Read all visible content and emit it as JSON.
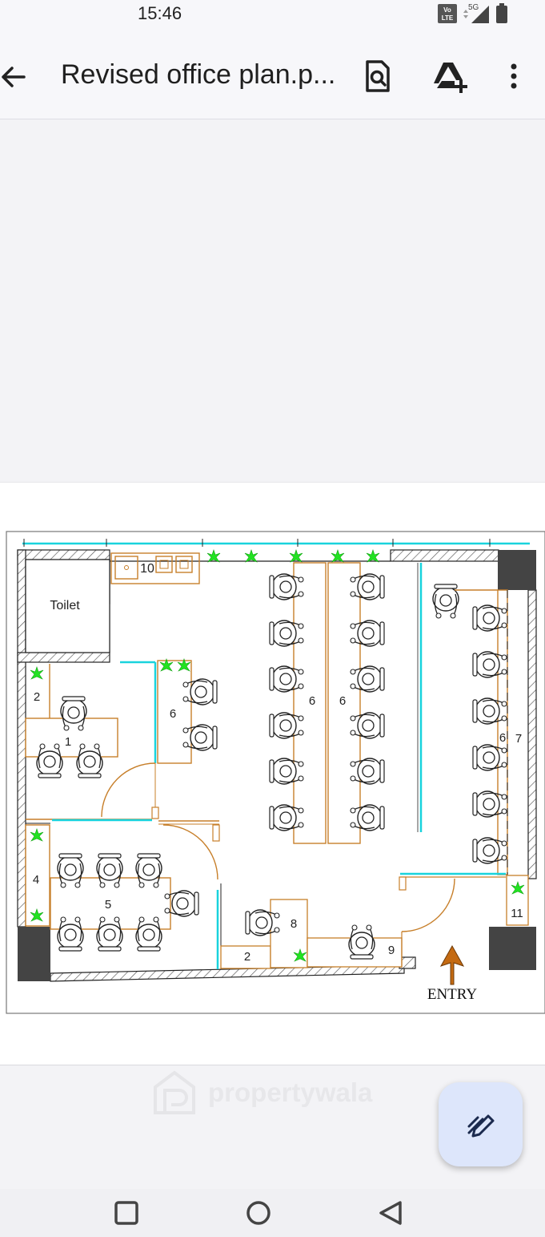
{
  "status_bar": {
    "time": "15:46",
    "volte_badge_line1": "Vo",
    "volte_badge_line2": "LTE",
    "network_label": "5G",
    "icons": [
      "volte-icon",
      "signal-icon",
      "battery-icon"
    ]
  },
  "app_bar": {
    "title": "Revised office plan.p...",
    "icons": [
      "back-arrow-icon",
      "document-search-icon",
      "drive-add-icon",
      "more-vert-icon"
    ]
  },
  "floor_plan": {
    "labels": {
      "toilet": "Toilet",
      "pantry": "10",
      "cabin_storage": "2",
      "cabin_table": "1",
      "small_workstation": "6",
      "center_left_bench": "6",
      "center_right_bench": "6",
      "right_bench": "6",
      "right_passage": "7",
      "left_bottom_storage": "4",
      "meeting_table": "5",
      "lobby_storage": "2",
      "reception_desk": "8",
      "entry_desk": "9",
      "entry_corner": "11",
      "entry": "ENTRY"
    },
    "colors": {
      "wall": "#222222",
      "furniture": "#c77f2a",
      "glass": "#19d3dd",
      "plant": "#22e322",
      "column": "#444444",
      "entry_arrow": "#c46a12"
    }
  },
  "watermark": {
    "text": "propertywala"
  },
  "fab": {
    "icon": "edit-pen-icon"
  },
  "nav_bar": {
    "icons": [
      "recents-square-icon",
      "home-circle-icon",
      "back-triangle-icon"
    ]
  }
}
